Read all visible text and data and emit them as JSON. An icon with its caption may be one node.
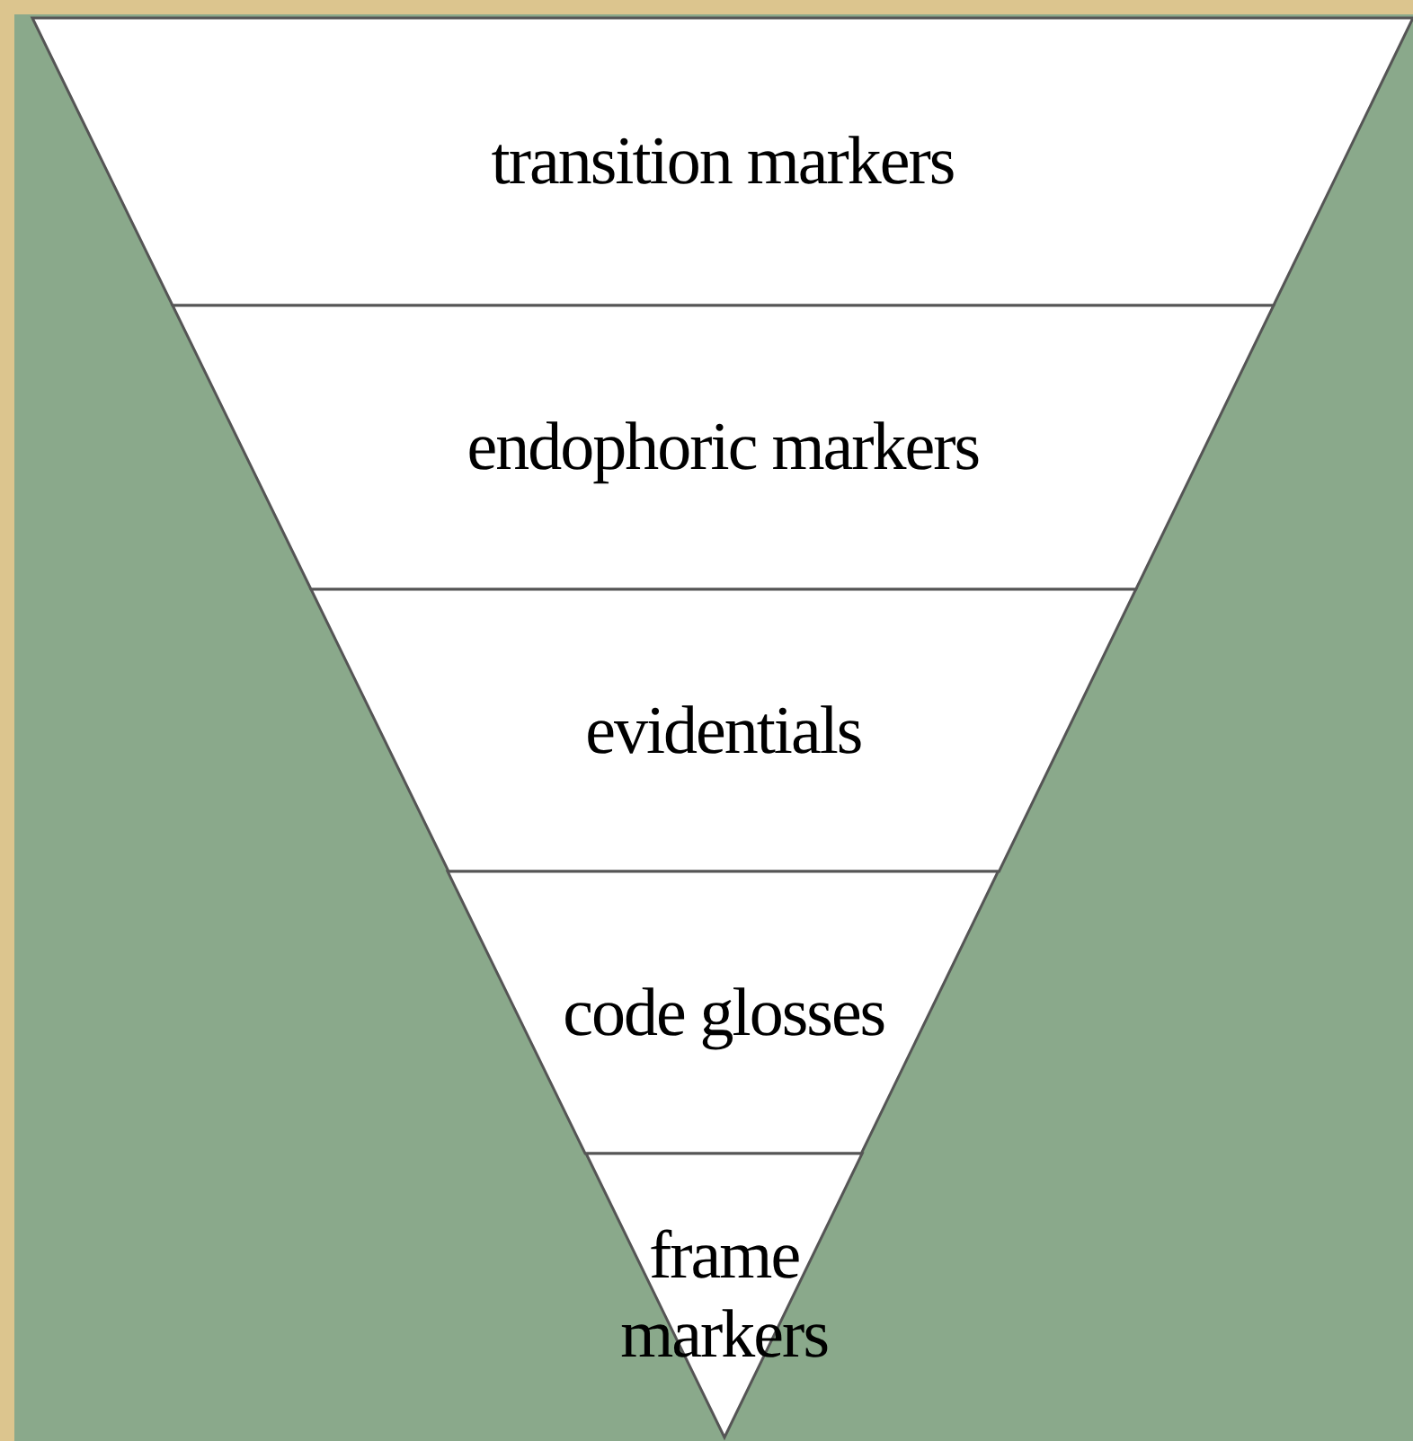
{
  "diagram": {
    "nodes": [
      {
        "text": [
          "transition markers"
        ]
      },
      {
        "text": [
          "endophoric markers"
        ]
      },
      {
        "text": [
          "evidentials"
        ]
      },
      {
        "text": [
          "code glosses"
        ]
      },
      {
        "text": [
          "frame markers"
        ]
      }
    ]
  }
}
